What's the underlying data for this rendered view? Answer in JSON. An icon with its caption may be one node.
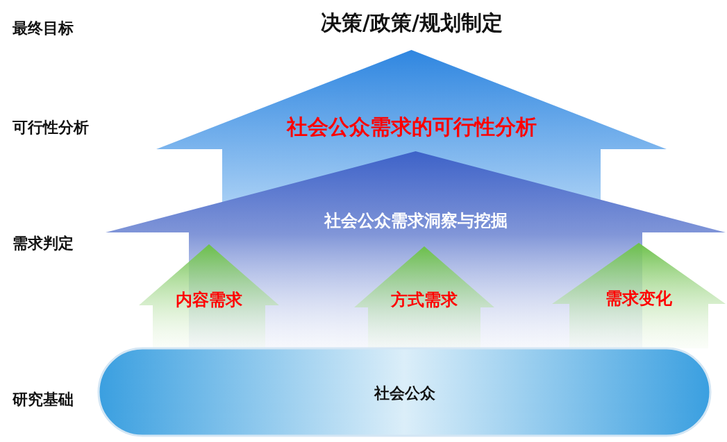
{
  "diagram": {
    "title": "决策/政策/规划制定",
    "nodes": [
      {
        "text": [
          "社会公众需求的可行性分析"
        ]
      },
      {
        "text": [
          "社会公众需求洞察与挖掘"
        ]
      },
      {
        "text": [
          "内容需求"
        ],
        "in": 1
      },
      {
        "text": [
          "方式需求"
        ],
        "in": 1
      },
      {
        "text": [
          "需求变化"
        ],
        "in": 1
      },
      {
        "text": [
          "社会公众"
        ]
      }
    ],
    "labels": [
      "最终目标",
      "可行性分析",
      "需求判定",
      "研究基础"
    ]
  }
}
